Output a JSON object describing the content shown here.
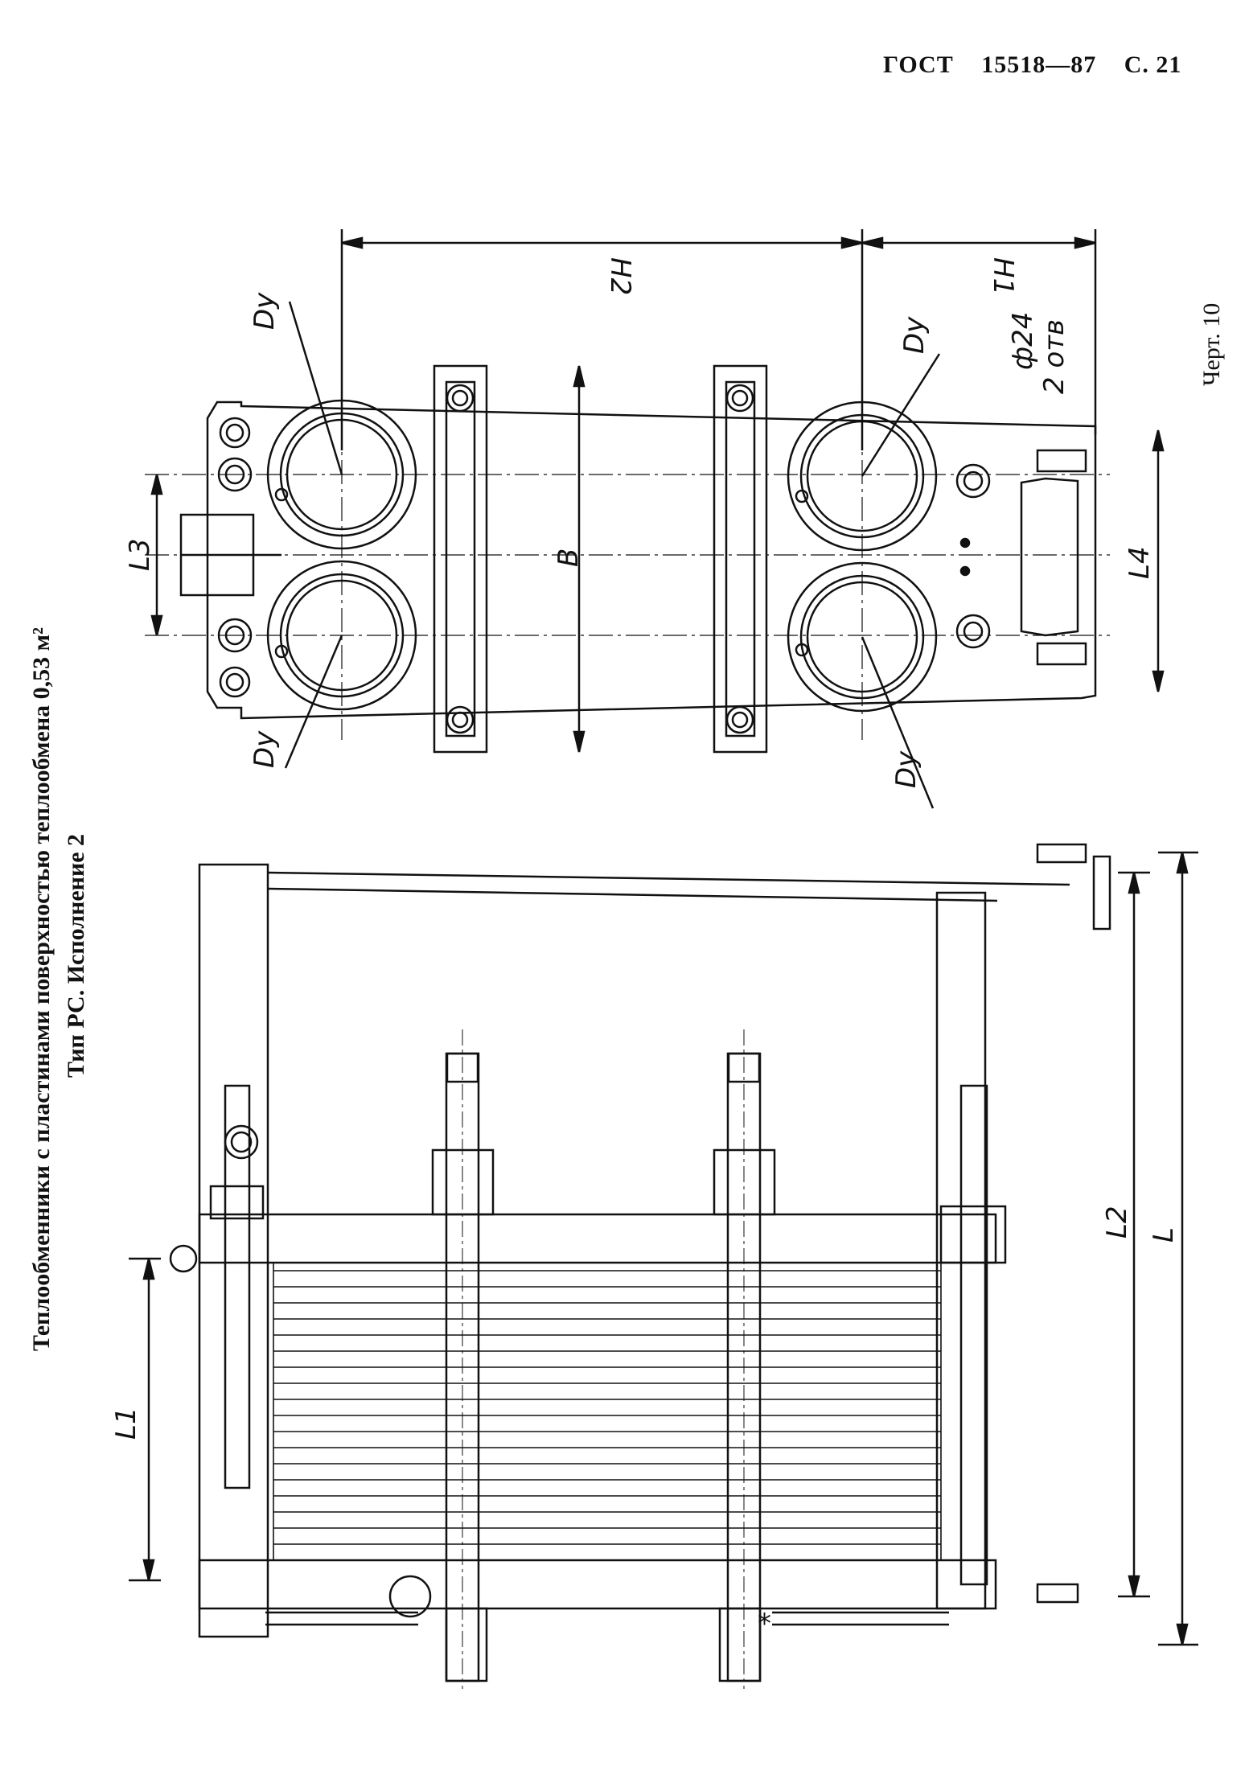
{
  "header": {
    "standard": "ГОСТ",
    "number": "15518—87",
    "page": "С. 21"
  },
  "title": {
    "line1": "Теплообменники с пластинами поверхностью теплообмена 0,53 м²",
    "line2": "Тип РС. Исполнение 2"
  },
  "figure": {
    "caption": "Черт. 10",
    "labels": {
      "H2": "H2",
      "H1": "H1",
      "B": "B",
      "L3": "L3",
      "L4": "L4",
      "Dy": "Dy",
      "phi24": "ф24",
      "holes": "2 отв",
      "L": "L",
      "L1": "L1",
      "L2": "L2",
      "star": "*"
    }
  }
}
